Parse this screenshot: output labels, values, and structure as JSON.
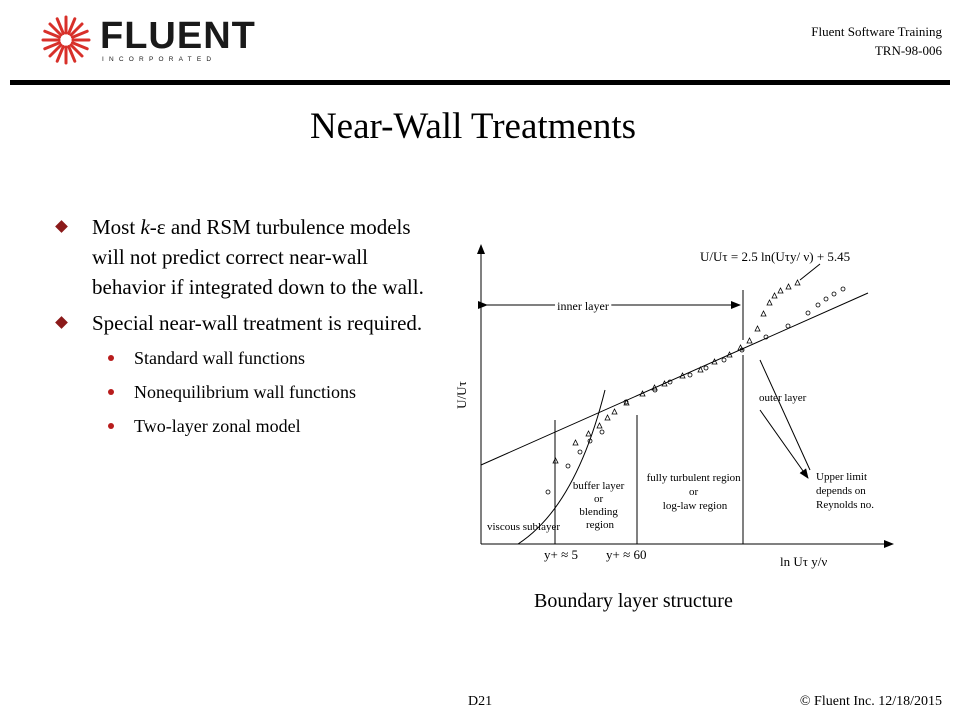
{
  "header": {
    "logo_word": "FLUENT",
    "logo_sub": "INCORPORATED",
    "training_line1": "Fluent Software Training",
    "training_line2": "TRN-98-006"
  },
  "title": "Near-Wall Treatments",
  "bullets": [
    {
      "text_pre": "Most ",
      "text_k": "k-",
      "text_eps": "ε",
      "text_post": " and RSM turbulence models will not predict correct near-wall behavior if integrated down to the wall."
    },
    {
      "text": "Special near-wall treatment is required."
    }
  ],
  "sub_bullets": [
    "Standard wall functions",
    "Nonequilibrium wall functions",
    "Two-layer zonal model"
  ],
  "diagram": {
    "y_axis_label": "U/Uτ",
    "x_axis_label": "ln Uτ y/ν",
    "equation": "U/Uτ = 2.5 ln(Uτy/ ν) + 5.45",
    "inner_layer": "inner layer",
    "outer_layer": "outer layer",
    "fully_turbulent": [
      "fully turbulent region",
      "or",
      "log-law region"
    ],
    "buffer_layer": [
      "buffer layer",
      "or",
      "blending",
      "region"
    ],
    "viscous_sublayer": "viscous sublayer",
    "upper_limit": [
      "Upper limit",
      "depends on",
      "Reynolds no."
    ],
    "y5": "y+ ≈ 5",
    "y60": "y+ ≈ 60"
  },
  "caption": "Boundary layer structure",
  "footer": {
    "slide_no": "D21",
    "copyright": "© Fluent Inc. 12/18/2015"
  },
  "colors": {
    "bullet": "#8b1a1a",
    "sub_bullet": "#b81c1c",
    "logo_star": "#d8302a"
  }
}
